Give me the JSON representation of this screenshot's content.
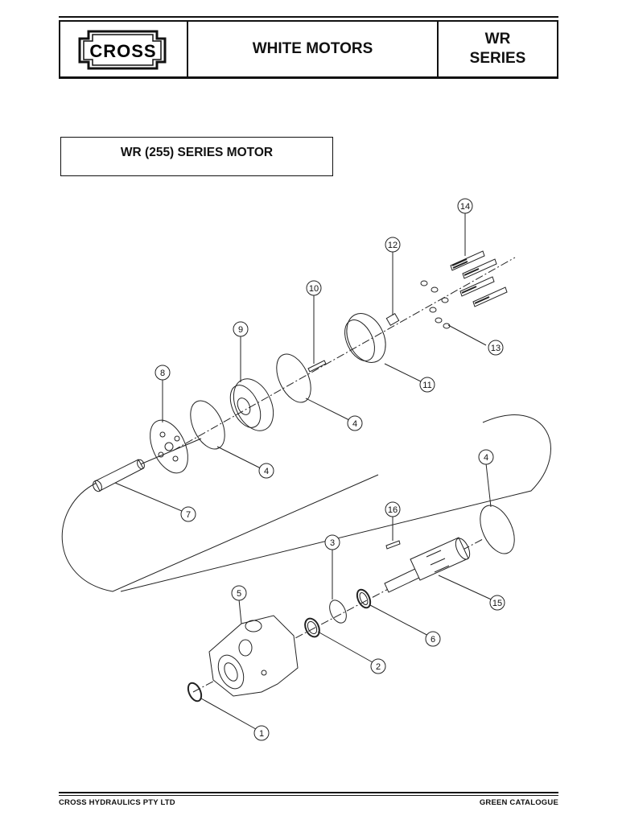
{
  "header": {
    "logo_text": "CROSS",
    "title": "WHITE MOTORS",
    "series_line1": "WR",
    "series_line2": "SERIES"
  },
  "section": {
    "title": "WR (255) SERIES MOTOR"
  },
  "callouts": [
    "14",
    "12",
    "10",
    "9",
    "8",
    "13",
    "11",
    "4",
    "4",
    "7",
    "4",
    "16",
    "3",
    "15",
    "5",
    "6",
    "2",
    "1"
  ],
  "footer": {
    "left": "CROSS HYDRAULICS PTY LTD",
    "right": "GREEN CATALOGUE"
  }
}
